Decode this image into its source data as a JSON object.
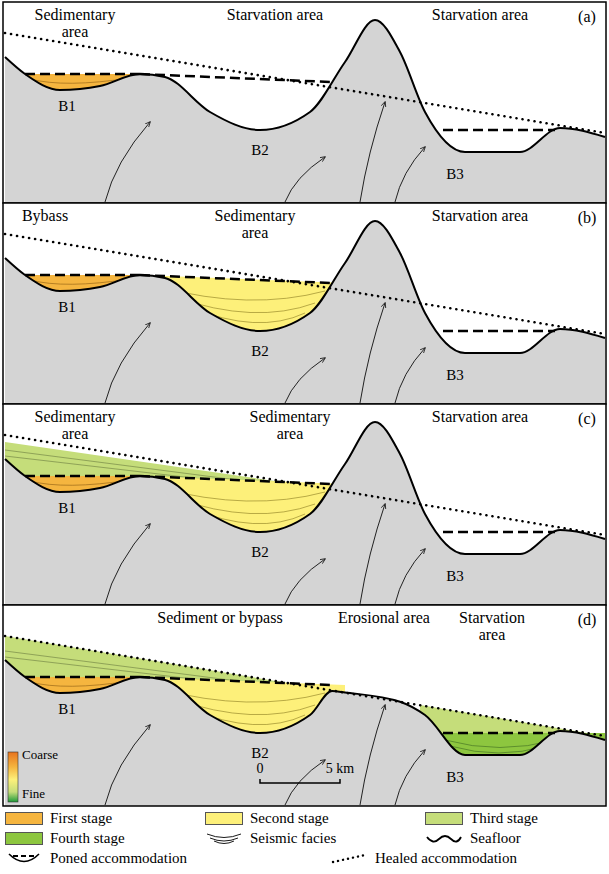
{
  "diagram": {
    "labels": [
      "Sedimentary area",
      "Starvation area",
      "Starvation area",
      "(a)",
      "B1",
      "B2",
      "B3",
      "Bybass",
      "Sedimentary area",
      "Starvation area",
      "(b)",
      "B1",
      "B2",
      "B3",
      "Sedimentary area",
      "Sedimentary area",
      "Starvation area",
      "(c)",
      "B1",
      "B2",
      "B3",
      "Sediment or bypass",
      "Erosional area",
      "Starvation area",
      "(d)",
      "B1",
      "B2",
      "B3",
      "Coarse",
      "Fine",
      "0",
      "5 km"
    ],
    "legend": [
      {
        "text": "First stage",
        "color": "#f5b53f"
      },
      {
        "text": "Second stage",
        "color": "#fdf07a"
      },
      {
        "text": "Third stage",
        "color": "#c5dd7a"
      },
      {
        "text": "Fourth stage",
        "color": "#8dc63f"
      },
      {
        "text": "Seismic facies"
      },
      {
        "text": "Seafloor"
      },
      {
        "text": "Poned accommodation"
      },
      {
        "text": "Healed accommodation"
      }
    ]
  }
}
